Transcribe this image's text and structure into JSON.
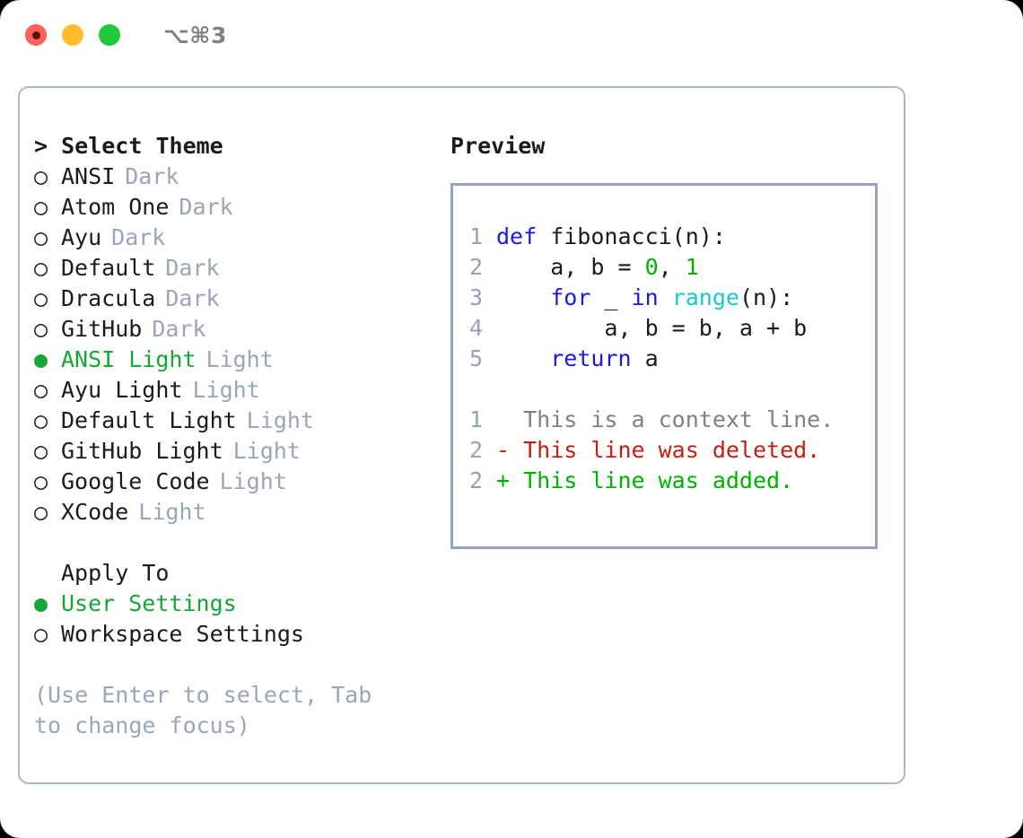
{
  "titlebar": {
    "shortcut": "⌥⌘3",
    "buttons": {
      "close": "close",
      "minimize": "minimize",
      "maximize": "maximize"
    }
  },
  "theme_picker": {
    "heading": "> Select Theme",
    "marker_selected": "●",
    "marker_unselected": "○",
    "items": [
      {
        "name": "ANSI",
        "variant": "Dark",
        "selected": false
      },
      {
        "name": "Atom One",
        "variant": "Dark",
        "selected": false
      },
      {
        "name": "Ayu",
        "variant": "Dark",
        "selected": false
      },
      {
        "name": "Default",
        "variant": "Dark",
        "selected": false
      },
      {
        "name": "Dracula",
        "variant": "Dark",
        "selected": false
      },
      {
        "name": "GitHub",
        "variant": "Dark",
        "selected": false
      },
      {
        "name": "ANSI Light",
        "variant": "Light",
        "selected": true
      },
      {
        "name": "Ayu Light",
        "variant": "Light",
        "selected": false
      },
      {
        "name": "Default Light",
        "variant": "Light",
        "selected": false
      },
      {
        "name": "GitHub Light",
        "variant": "Light",
        "selected": false
      },
      {
        "name": "Google Code",
        "variant": "Light",
        "selected": false
      },
      {
        "name": "XCode",
        "variant": "Light",
        "selected": false
      }
    ]
  },
  "apply_to": {
    "heading": "Apply To",
    "items": [
      {
        "name": "User Settings",
        "selected": true
      },
      {
        "name": "Workspace Settings",
        "selected": false
      }
    ]
  },
  "hint": "(Use Enter to select, Tab to change focus)",
  "preview": {
    "heading": "Preview",
    "code": [
      {
        "line_no": "1",
        "tokens": [
          {
            "text": "def",
            "kind": "kw"
          },
          {
            "text": " fibonacci(n):",
            "kind": "plain"
          }
        ]
      },
      {
        "line_no": "2",
        "tokens": [
          {
            "text": "    a, b = ",
            "kind": "plain"
          },
          {
            "text": "0",
            "kind": "num"
          },
          {
            "text": ", ",
            "kind": "plain"
          },
          {
            "text": "1",
            "kind": "num"
          }
        ]
      },
      {
        "line_no": "3",
        "tokens": [
          {
            "text": "    ",
            "kind": "plain"
          },
          {
            "text": "for",
            "kind": "kw"
          },
          {
            "text": " _ ",
            "kind": "plain"
          },
          {
            "text": "in",
            "kind": "kw"
          },
          {
            "text": " ",
            "kind": "plain"
          },
          {
            "text": "range",
            "kind": "builtin"
          },
          {
            "text": "(n):",
            "kind": "plain"
          }
        ]
      },
      {
        "line_no": "4",
        "tokens": [
          {
            "text": "        a, b = b, a + b",
            "kind": "plain"
          }
        ]
      },
      {
        "line_no": "5",
        "tokens": [
          {
            "text": "    ",
            "kind": "plain"
          },
          {
            "text": "return",
            "kind": "kw"
          },
          {
            "text": " a",
            "kind": "plain"
          }
        ]
      }
    ],
    "diff": [
      {
        "line_no": "1",
        "prefix": "  ",
        "text": "This is a context line.",
        "kind": "ctx"
      },
      {
        "line_no": "2",
        "prefix": "- ",
        "text": "This line was deleted.",
        "kind": "del"
      },
      {
        "line_no": "2",
        "prefix": "+ ",
        "text": "This line was added.",
        "kind": "add"
      }
    ]
  },
  "colors": {
    "selected_green": "#16a637",
    "muted": "#99a6b7",
    "keyword_blue": "#1a1ae0",
    "number_green": "#00b200",
    "builtin_cyan": "#17c9c9",
    "diff_delete_red": "#c21f13",
    "diff_add_green": "#00b200",
    "panel_border": "#adb6c4",
    "preview_border": "#94a3b8",
    "traffic_close": "#ff6059",
    "traffic_min": "#ffbd2e",
    "traffic_max": "#21c83c"
  }
}
